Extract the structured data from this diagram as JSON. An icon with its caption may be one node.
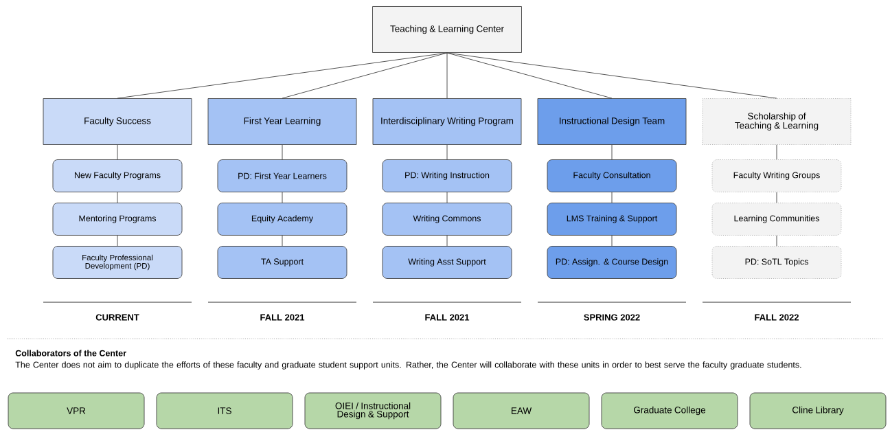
{
  "diagram": {
    "nodes": [
      {
        "text": [
          "Teaching & Learning Center"
        ]
      },
      {
        "text": [
          "Faculty Success"
        ]
      },
      {
        "text": [
          "First Year Learning"
        ]
      },
      {
        "text": [
          "Interdisciplinary Writing Program"
        ]
      },
      {
        "text": [
          "Instructional Design Team"
        ]
      },
      {
        "text": [
          "Scholarship of Teaching & Learning"
        ]
      },
      {
        "text": [
          "New Faculty Programs"
        ]
      },
      {
        "text": [
          "Mentoring Programs"
        ]
      },
      {
        "text": [
          "Faculty Professional Development (PD)"
        ]
      },
      {
        "text": [
          "PD: First Year Learners"
        ]
      },
      {
        "text": [
          "Equity Academy"
        ]
      },
      {
        "text": [
          "TA Support"
        ]
      },
      {
        "text": [
          "PD:  Writing Instruction"
        ]
      },
      {
        "text": [
          "Writing Commons"
        ]
      },
      {
        "text": [
          "Writing Asst Support"
        ]
      },
      {
        "text": [
          "Faculty Consultation"
        ]
      },
      {
        "text": [
          "LMS Training & Support"
        ]
      },
      {
        "text": [
          "PD: Assign. & Course Design"
        ]
      },
      {
        "text": [
          "Faculty Writing Groups"
        ]
      },
      {
        "text": [
          "Learning Communities"
        ]
      },
      {
        "text": [
          "PD: SoTL Topics"
        ]
      },
      {
        "text": [
          "VPR"
        ]
      },
      {
        "text": [
          "ITS"
        ]
      },
      {
        "text": [
          "OIEI / Instructional Design & Support"
        ]
      },
      {
        "text": [
          "EAW"
        ]
      },
      {
        "text": [
          "Graduate College"
        ]
      },
      {
        "text": [
          "Cline Library"
        ]
      }
    ],
    "edges": [
      {
        "from": 0,
        "to": 1,
        "arrow": "none"
      },
      {
        "from": 0,
        "to": 2,
        "arrow": "none"
      },
      {
        "from": 0,
        "to": 3,
        "arrow": "none"
      },
      {
        "from": 0,
        "to": 4,
        "arrow": "none"
      },
      {
        "from": 0,
        "to": 5,
        "arrow": "none"
      },
      {
        "from": 1,
        "to": 6,
        "arrow": "none"
      },
      {
        "from": 6,
        "to": 7,
        "arrow": "none"
      },
      {
        "from": 7,
        "to": 8,
        "arrow": "none"
      },
      {
        "from": 2,
        "to": 9,
        "arrow": "none"
      },
      {
        "from": 9,
        "to": 10,
        "arrow": "none"
      },
      {
        "from": 10,
        "to": 11,
        "arrow": "none"
      },
      {
        "from": 3,
        "to": 12,
        "arrow": "none"
      },
      {
        "from": 12,
        "to": 13,
        "arrow": "none"
      },
      {
        "from": 13,
        "to": 14,
        "arrow": "none"
      },
      {
        "from": 4,
        "to": 15,
        "arrow": "none"
      },
      {
        "from": 15,
        "to": 16,
        "arrow": "none"
      },
      {
        "from": 16,
        "to": 17,
        "arrow": "none"
      },
      {
        "from": 5,
        "to": 18,
        "arrow": "none"
      },
      {
        "from": 18,
        "to": 19,
        "arrow": "none"
      },
      {
        "from": 19,
        "to": 20,
        "arrow": "none"
      }
    ],
    "labels": [
      "CURRENT",
      "FALL 2021",
      "FALL 2021",
      "SPRING 2022",
      "FALL 2022",
      "Collaborators of the Center",
      "The Center does not aim to duplicate the efforts of these faculty and graduate student support units. Rather, the Center will collaborate with these units in order to best serve the faculty graduate students."
    ]
  }
}
